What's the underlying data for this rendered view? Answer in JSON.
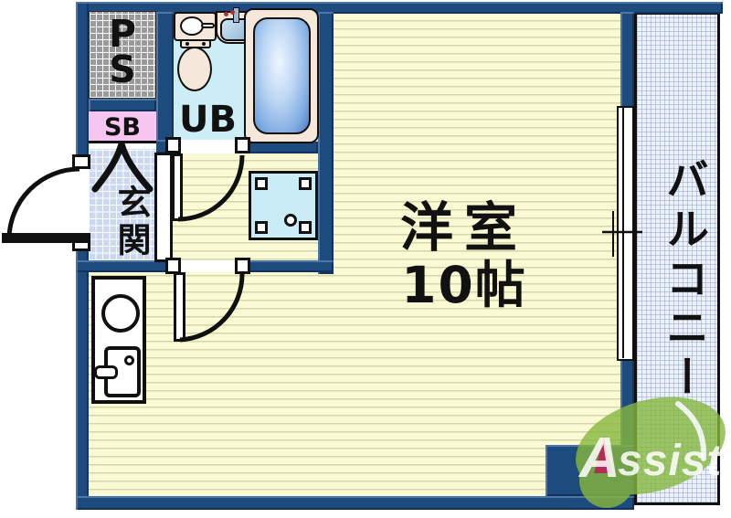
{
  "floorplan": {
    "labels": {
      "pipe_space": "PS",
      "shoe_box": "SB",
      "unit_bath": "UB",
      "entrance": "玄関",
      "main_room_name": "洋室",
      "main_room_size": "10帖",
      "balcony": "バルコニー"
    },
    "logo": {
      "text": "Assist",
      "initial": "A",
      "rest": "ssist"
    },
    "colors": {
      "wall_navy": "#1e4b7d",
      "room_floor_yellow": "#fafad4",
      "room_hatch_line": "#d6d6aa",
      "entrance_tile_blue": "#cbd8f0",
      "unit_bath_floor": "#cdeef7",
      "shoe_box_pink": "#f7c5ef",
      "pipe_space_gray": "#9a9a9a",
      "balcony_bg": "#edf1f9",
      "bathtub_blue": "#5b8fd6",
      "fixture_cream": "#f6e7db",
      "logo_green": "#86b83e",
      "logo_accent_magenta": "#c2185b"
    }
  }
}
